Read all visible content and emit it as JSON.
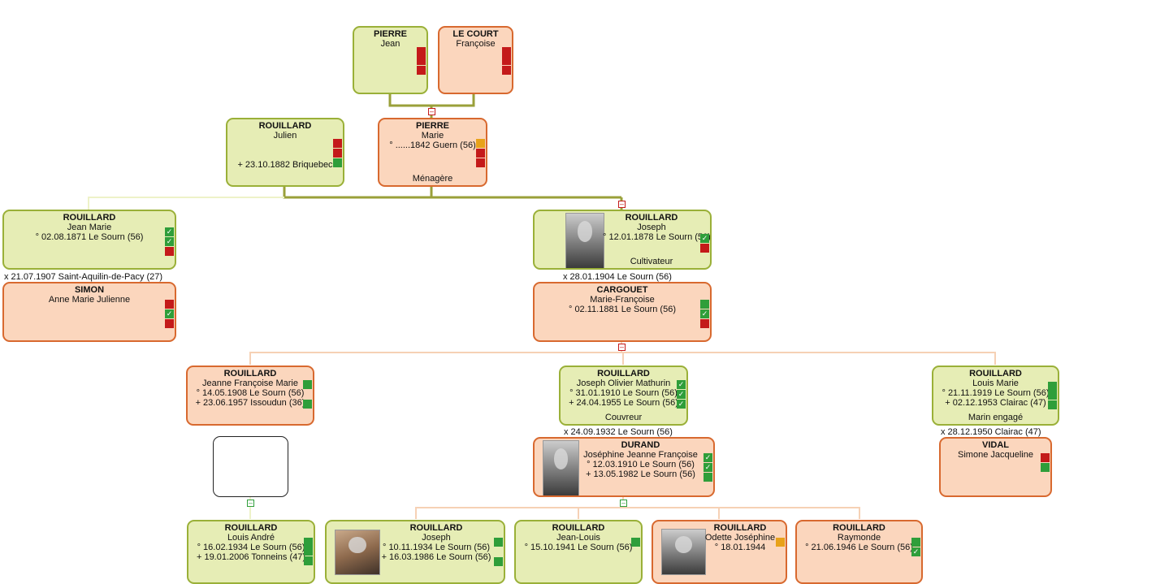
{
  "people": {
    "pierre_jean": {
      "surname": "PIERRE",
      "given": "Jean",
      "lines": [],
      "occupation": ""
    },
    "lecourt_francoise": {
      "surname": "LE COURT",
      "given": "Françoise",
      "lines": [],
      "occupation": ""
    },
    "rouillard_julien": {
      "surname": "ROUILLARD",
      "given": "Julien",
      "lines": [
        "+ 23.10.1882 Briquebec"
      ],
      "occupation": ""
    },
    "pierre_marie": {
      "surname": "PIERRE",
      "given": "Marie",
      "lines": [
        "° ......1842 Guern (56)"
      ],
      "occupation": "Ménagère"
    },
    "rouillard_jean_marie": {
      "surname": "ROUILLARD",
      "given": "Jean Marie",
      "lines": [
        "° 02.08.1871 Le Sourn (56)"
      ],
      "occupation": ""
    },
    "simon_anne": {
      "surname": "SIMON",
      "given": "Anne Marie Julienne",
      "lines": [],
      "occupation": ""
    },
    "rouillard_joseph_1878": {
      "surname": "ROUILLARD",
      "given": "Joseph",
      "lines": [
        "° 12.01.1878 Le Sourn (56)"
      ],
      "occupation": "Cultivateur"
    },
    "cargouet_mf": {
      "surname": "CARGOUET",
      "given": "Marie-Françoise",
      "lines": [
        "° 02.11.1881 Le Sourn (56)"
      ],
      "occupation": ""
    },
    "rouillard_jeanne": {
      "surname": "ROUILLARD",
      "given": "Jeanne Françoise Marie",
      "lines": [
        "° 14.05.1908 Le Sourn (56)",
        "+ 23.06.1957 Issoudun (36)"
      ],
      "occupation": ""
    },
    "rouillard_joseph_om": {
      "surname": "ROUILLARD",
      "given": "Joseph Olivier Mathurin",
      "lines": [
        "° 31.01.1910 Le Sourn (56)",
        "+ 24.04.1955 Le Sourn (56)"
      ],
      "occupation": "Couvreur"
    },
    "rouillard_louis_marie": {
      "surname": "ROUILLARD",
      "given": "Louis Marie",
      "lines": [
        "° 21.11.1919 Le Sourn (56)",
        "+ 02.12.1953 Clairac (47)"
      ],
      "occupation": "Marin engagé"
    },
    "durand_josephine": {
      "surname": "DURAND",
      "given": "Joséphine Jeanne Françoise",
      "lines": [
        "° 12.03.1910 Le Sourn (56)",
        "+ 13.05.1982 Le Sourn (56)"
      ],
      "occupation": ""
    },
    "vidal_simone": {
      "surname": "VIDAL",
      "given": "Simone Jacqueline",
      "lines": [],
      "occupation": ""
    },
    "rouillard_louis_andre": {
      "surname": "ROUILLARD",
      "given": "Louis André",
      "lines": [
        "° 16.02.1934 Le Sourn (56)",
        "+ 19.01.2006 Tonneins (47)"
      ],
      "occupation": ""
    },
    "rouillard_joseph_1934": {
      "surname": "ROUILLARD",
      "given": "Joseph",
      "lines": [
        "° 10.11.1934 Le Sourn (56)",
        "+ 16.03.1986 Le Sourn (56)"
      ],
      "occupation": ""
    },
    "rouillard_jean_louis": {
      "surname": "ROUILLARD",
      "given": "Jean-Louis",
      "lines": [
        "° 15.10.1941 Le Sourn (56)"
      ],
      "occupation": ""
    },
    "rouillard_odette": {
      "surname": "ROUILLARD",
      "given": "Odette Joséphine",
      "lines": [
        "° 18.01.1944"
      ],
      "occupation": ""
    },
    "rouillard_raymonde": {
      "surname": "ROUILLARD",
      "given": "Raymonde",
      "lines": [
        "° 21.06.1946 Le Sourn (56)"
      ],
      "occupation": ""
    }
  },
  "unions": {
    "jean_marie_simon": "x 21.07.1907 Saint-Aquilin-de-Pacy (27)",
    "joseph_cargouet": "x 28.01.1904 Le Sourn (56)",
    "joseph_om_durand": "x 24.09.1932 Le Sourn (56)",
    "louis_marie_vidal": "x 28.12.1950 Clairac (47)"
  },
  "toggle_symbol": "–",
  "check_symbol": "✓",
  "colors": {
    "male_fill": "#e6edb5",
    "male_border": "#9ab038",
    "female_fill": "#fbd6bd",
    "female_border": "#d8692f",
    "flag_red": "#c41a1a",
    "flag_green": "#2f9e3a",
    "flag_orange": "#e8a21a",
    "link_olive": "#9aa03a",
    "link_peach": "#f6d1b5",
    "link_light": "#eef2c8"
  }
}
